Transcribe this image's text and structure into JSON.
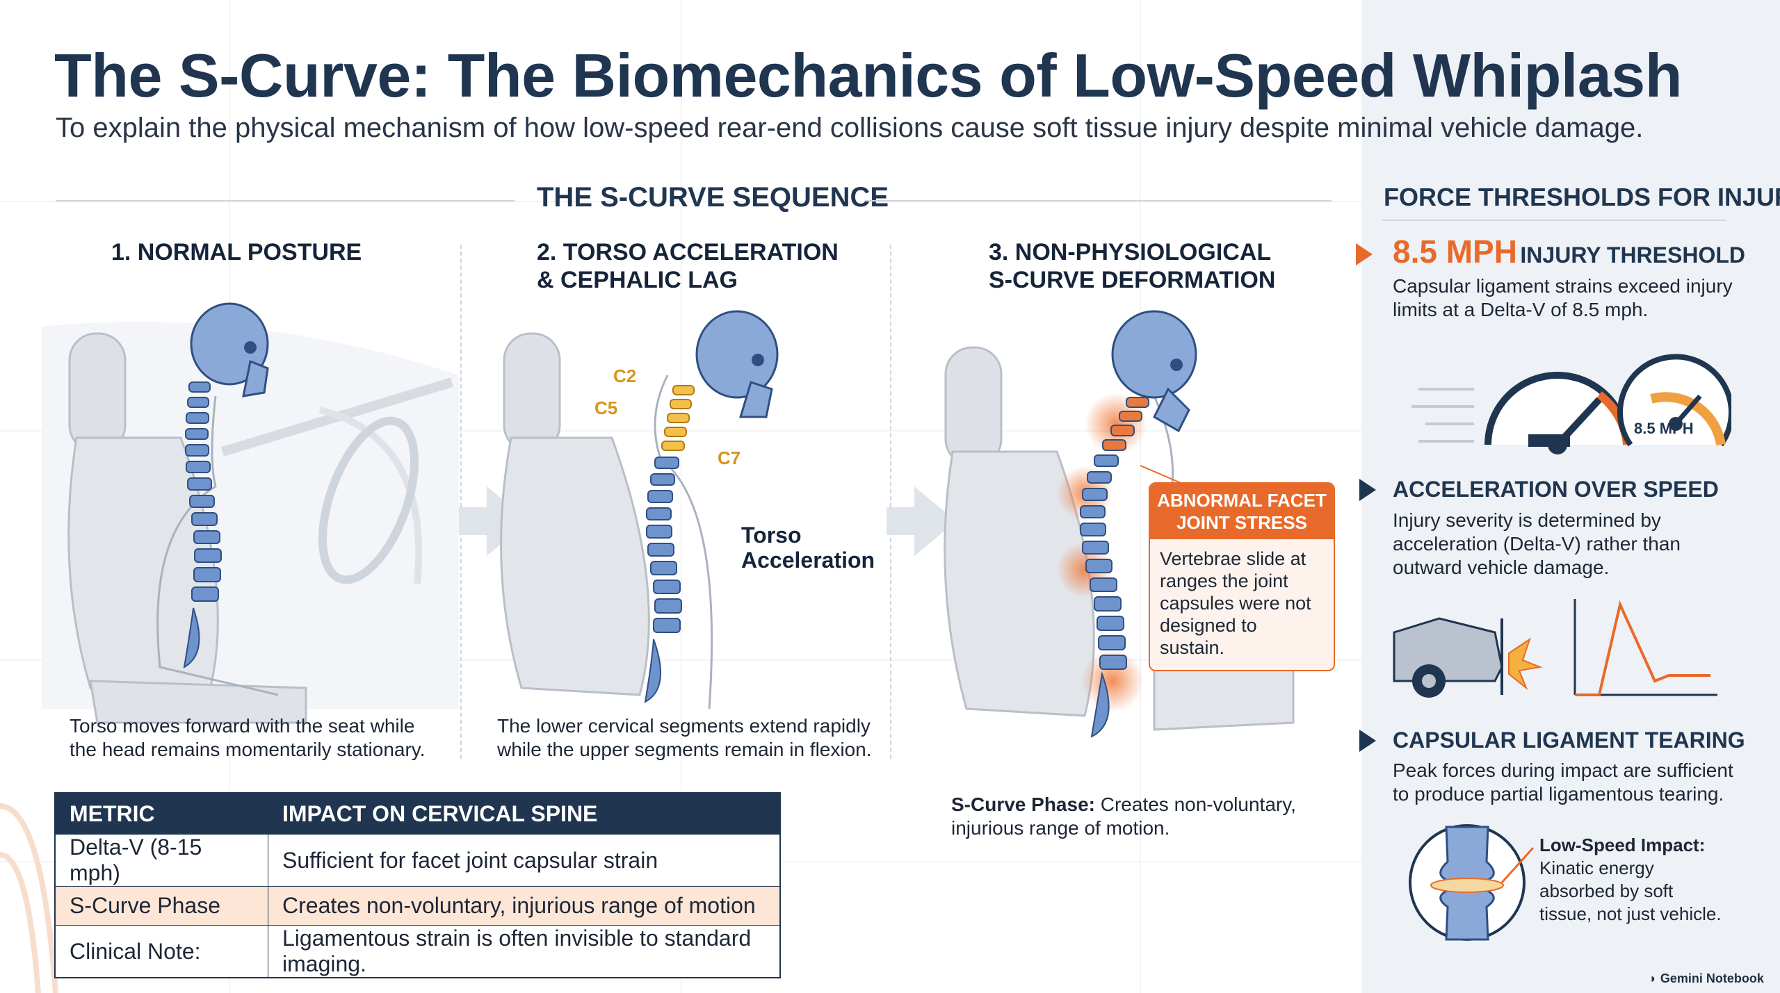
{
  "title": "The S-Curve: The Biomechanics of Low-Speed Whiplash",
  "subtitle": "To explain the physical mechanism of how low-speed rear-end collisions cause soft tissue injury despite minimal vehicle damage.",
  "sequence": {
    "heading": "THE S-CURVE SEQUENCE",
    "steps": [
      {
        "title": "1. NORMAL POSTURE",
        "caption": "Torso moves forward with the seat while\nthe head remains momentarily stationary."
      },
      {
        "title": "2. TORSO ACCELERATION\n   & CEPHALIC LAG",
        "caption": "The lower cervical segments extend rapidly\nwhile the upper segments remain in flexion.",
        "labels": [
          "C2",
          "C5",
          "C7"
        ],
        "annotation": "Torso\nAcceleration"
      },
      {
        "title": "3. NON-PHYSIOLOGICAL\n   S-CURVE DEFORMATION",
        "callout_title": "ABNORMAL FACET\nJOINT STRESS",
        "callout_body": "Vertebrae slide at\nranges the joint\ncapsules were not\ndesigned to sustain.",
        "caption_bold": "S-Curve Phase:",
        "caption": " Creates non-voluntary,\ninjurious range of motion."
      }
    ]
  },
  "table": {
    "headers": [
      "METRIC",
      "IMPACT ON CERVICAL SPINE"
    ],
    "rows": [
      [
        "Delta-V (8-15 mph)",
        "Sufficient for facet joint capsular strain"
      ],
      [
        "S-Curve Phase",
        "Creates non-voluntary, injurious range of motion"
      ],
      [
        "Clinical Note:",
        "Ligamentous strain is often invisible to standard imaging."
      ]
    ],
    "highlight_row": 1
  },
  "sidebar": {
    "heading": "FORCE THRESHOLDS FOR INJURY",
    "items": [
      {
        "value": "8.5 MPH",
        "title": "INJURY THRESHOLD",
        "body": "Capsular ligament strains exceed injury\nlimits at a Delta-V of 8.5 mph.",
        "gauge_label": "8.5 MPH"
      },
      {
        "title": "ACCELERATION OVER SPEED",
        "body": "Injury severity is determined by\nacceleration (Delta-V) rather than\noutward vehicle damage."
      },
      {
        "title": "CAPSULAR LIGAMENT TEARING",
        "body": "Peak forces during impact are sufficient\nto produce partial ligamentous tearing.",
        "note_title": "Low-Speed Impact:",
        "note_body": "Kinatic energy\nabsorbed by soft\ntissue, not just vehicle."
      }
    ]
  },
  "colors": {
    "navy": "#1f3550",
    "accent": "#e86a2a",
    "bone": "#7fa3d6",
    "highlight": "#fde6d6"
  },
  "watermark": "Gemini Notebook"
}
